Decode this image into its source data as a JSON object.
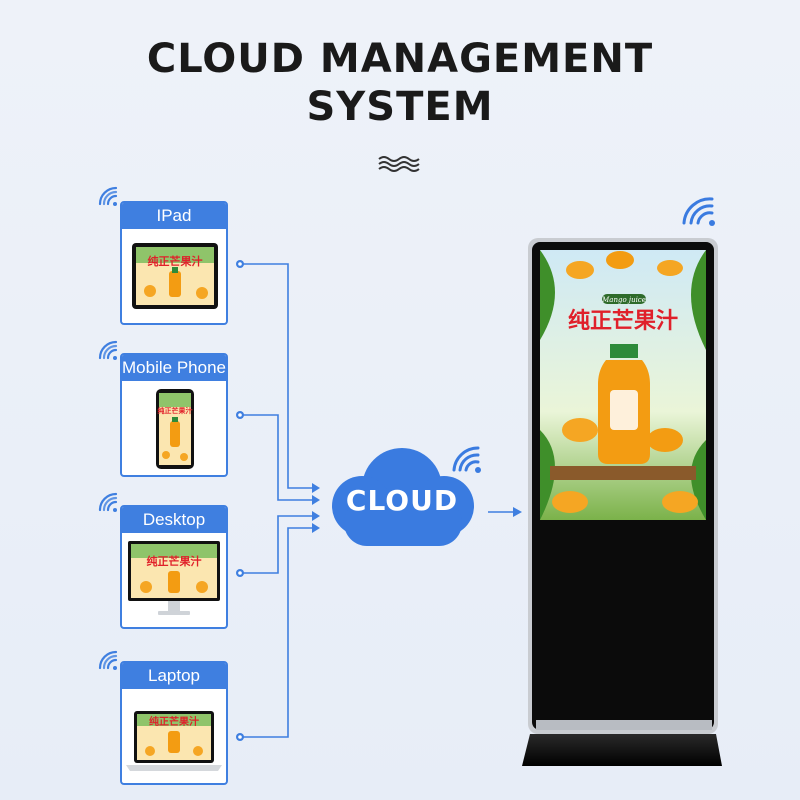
{
  "title": {
    "line1": "CLOUD MANAGEMENT",
    "line2": "SYSTEM"
  },
  "devices": [
    {
      "label": "IPad"
    },
    {
      "label": "Mobile Phone"
    },
    {
      "label": "Desktop"
    },
    {
      "label": "Laptop"
    }
  ],
  "cloud": {
    "label": "CLOUD"
  },
  "ad": {
    "text": "纯正芒果汁",
    "tag": "Mango juice"
  },
  "colors": {
    "accent": "#3f7fe0",
    "cloud": "#3a7be0",
    "title": "#1a1a1a",
    "screen_bezel": "#111111",
    "orange": "#f39c12"
  },
  "icons": [
    "wave-icon",
    "wifi-signal-icon",
    "arrow-icon",
    "cloud-icon"
  ]
}
